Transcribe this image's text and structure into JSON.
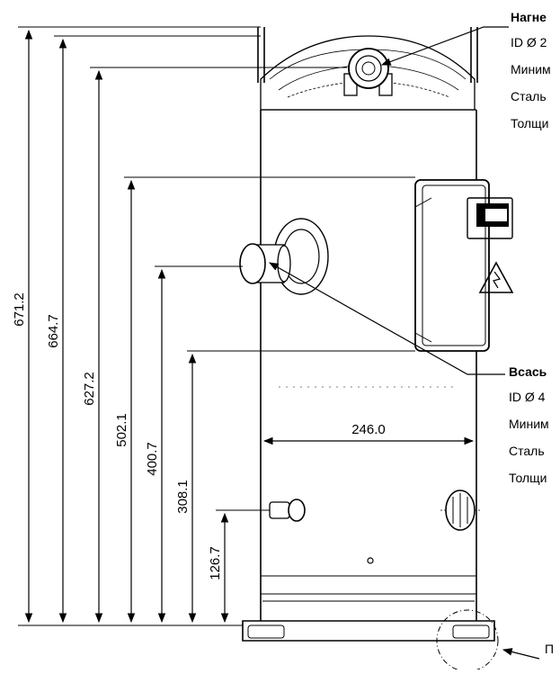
{
  "dimensions": {
    "overall_height": "671.2",
    "top_outer": "664.7",
    "discharge_height": "627.2",
    "terminal_box_top": "502.1",
    "suction_height": "400.7",
    "terminal_box_bottom": "308.1",
    "oil_port_height": "126.7",
    "shell_width": "246.0"
  },
  "callouts": {
    "discharge": {
      "title": "Нагне",
      "lines": [
        "ID Ø 2",
        "Миним",
        "Сталь",
        "Толщи"
      ]
    },
    "suction": {
      "title": "Всась",
      "lines": [
        "ID Ø 4",
        "Миним",
        "Сталь",
        "Толщи"
      ]
    },
    "bottom_note": "П"
  },
  "colors": {
    "ink": "#000000",
    "background": "#ffffff"
  }
}
